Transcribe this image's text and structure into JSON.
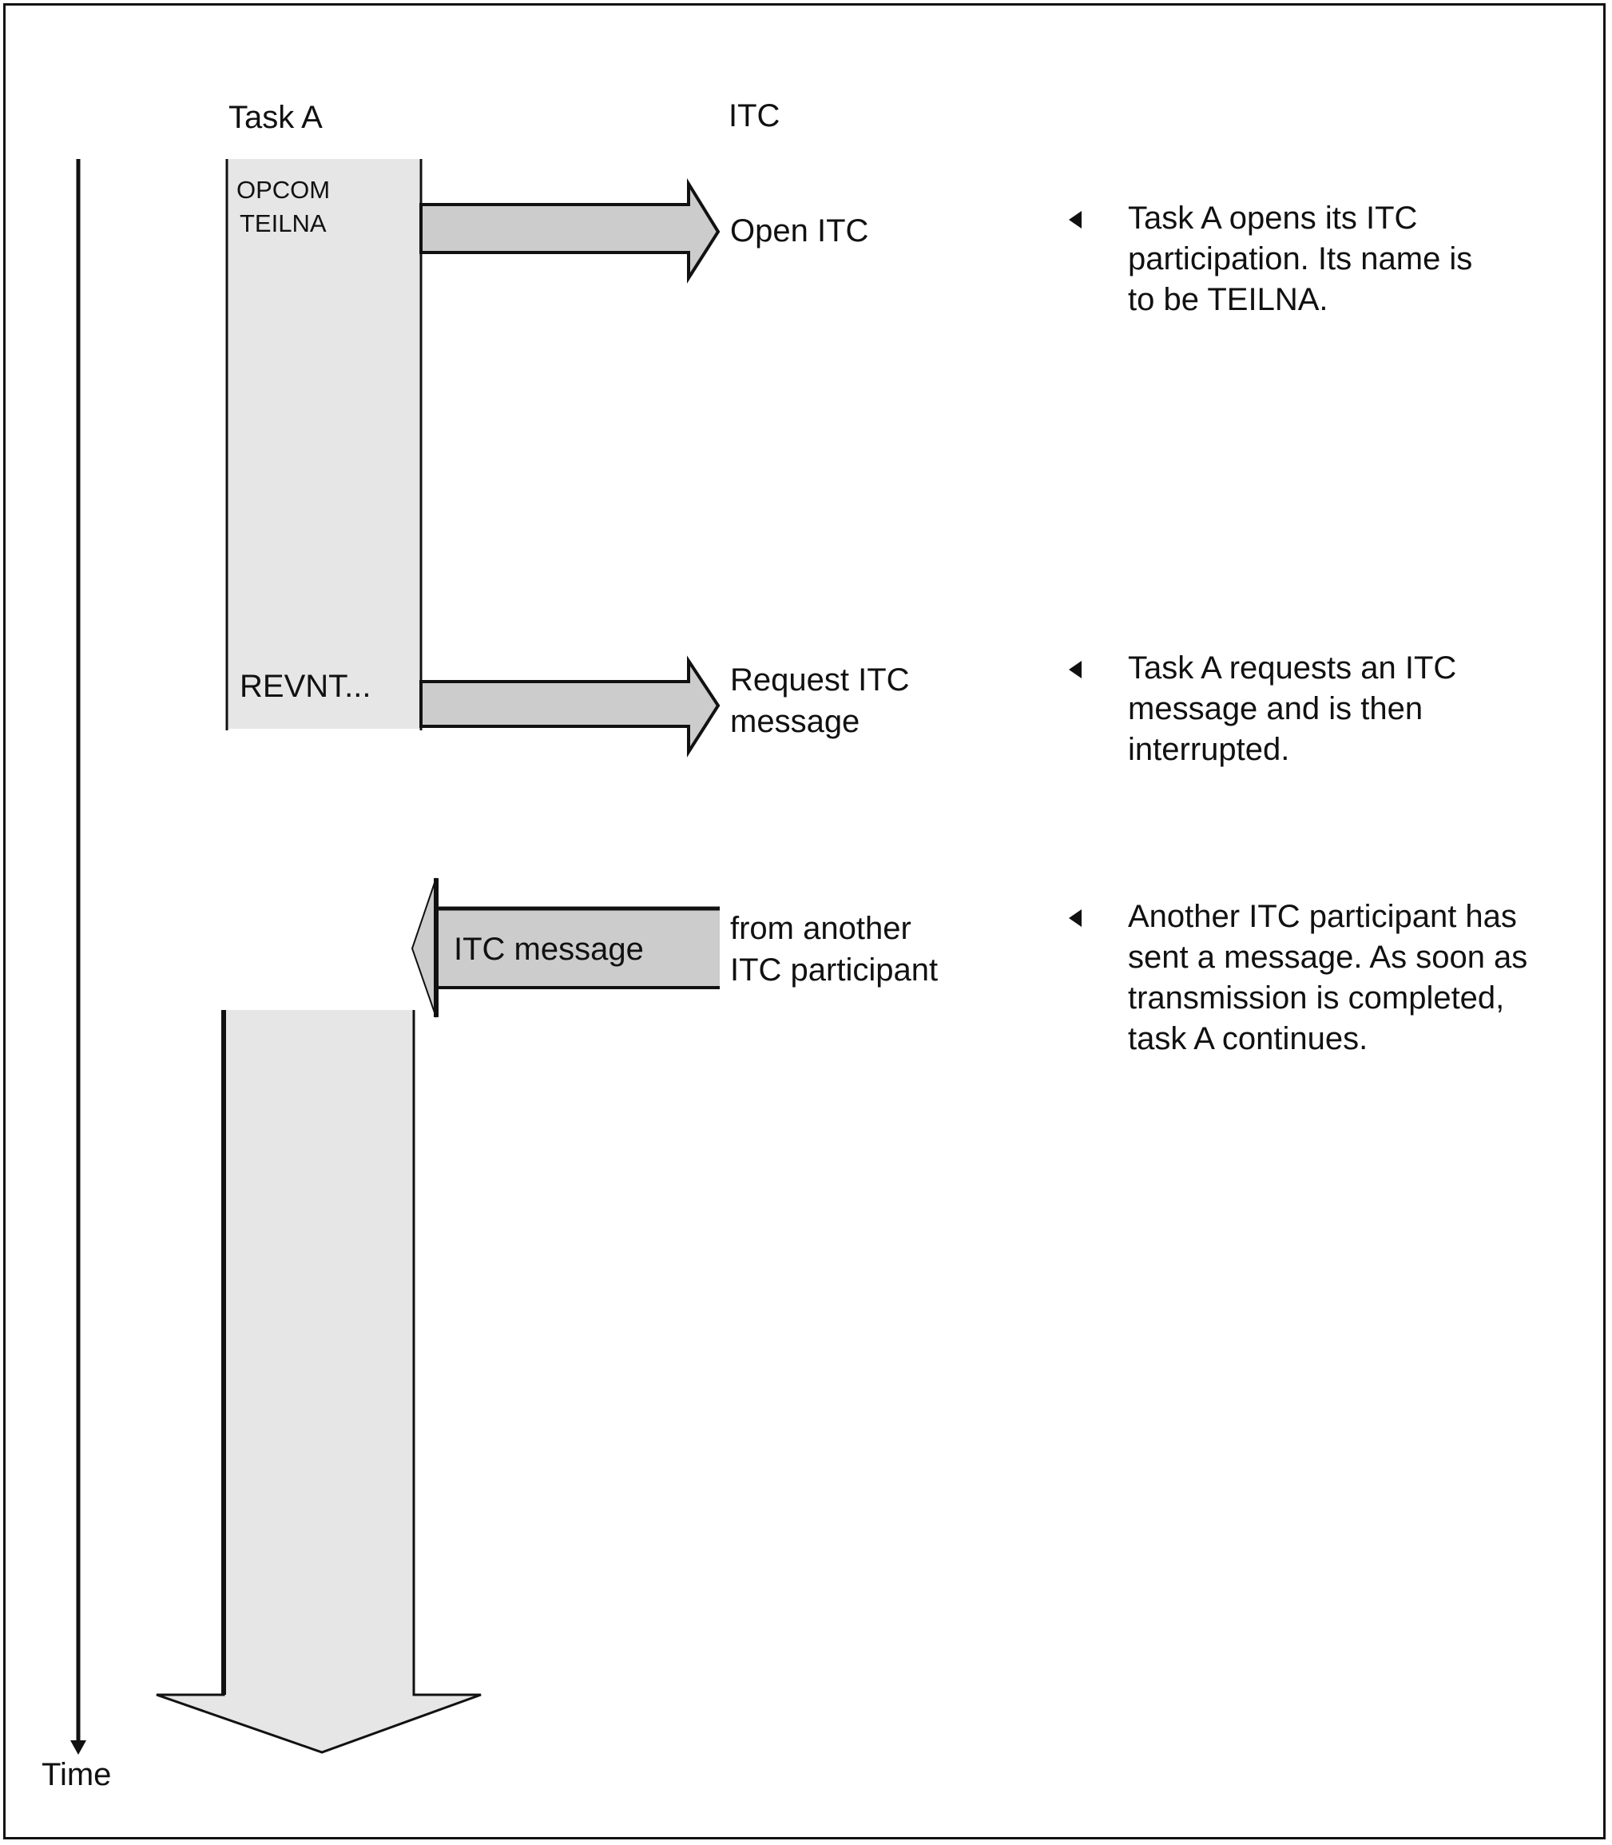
{
  "headers": {
    "task": "Task A",
    "itc": "ITC"
  },
  "time_label": "Time",
  "task_box": {
    "cmd1_line1": "OPCOM",
    "cmd1_line2": "TEILNA",
    "cmd2": "REVNT..."
  },
  "arrows": {
    "open": "Open ITC",
    "request_line1": "Request ITC",
    "request_line2": "message",
    "message_label": "ITC message",
    "from_line1": "from another",
    "from_line2": "ITC participant"
  },
  "notes": [
    {
      "lines": [
        "Task A opens its ITC",
        "participation. Its name is",
        "to be TEILNA."
      ]
    },
    {
      "lines": [
        "Task A requests an ITC",
        "message and is then",
        "interrupted."
      ]
    },
    {
      "lines": [
        "Another ITC participant has",
        "sent a message. As soon as",
        "transmission is completed,",
        "task A continues."
      ]
    }
  ],
  "colors": {
    "task_fill": "#e6e6e6",
    "arrow_fill": "#cccccc",
    "line": "#111111"
  }
}
